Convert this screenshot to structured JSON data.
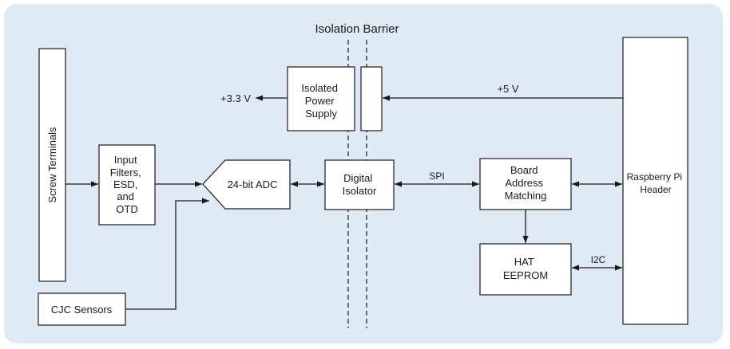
{
  "colors": {
    "background_panel": "#dfeaf5",
    "box_fill": "#ffffff",
    "stroke": "#1a1a1a"
  },
  "diagram": {
    "title": "Isolation Barrier",
    "blocks": {
      "screw_terminals": "Screw Terminals",
      "input_filters": [
        "Input",
        "Filters,",
        "ESD,",
        "and",
        "OTD"
      ],
      "adc": "24-bit ADC",
      "cjc_sensors": "CJC Sensors",
      "isolated_power": [
        "Isolated",
        "Power",
        "Supply"
      ],
      "digital_isolator": [
        "Digital",
        "Isolator"
      ],
      "board_address": [
        "Board",
        "Address",
        "Matching"
      ],
      "hat_eeprom": [
        "HAT",
        "EEPROM"
      ],
      "rpi_header": [
        "Raspberry Pi",
        "Header"
      ]
    },
    "signals": {
      "v33": "+3.3 V",
      "v5": "+5 V",
      "spi": "SPI",
      "i2c": "I2C"
    }
  }
}
